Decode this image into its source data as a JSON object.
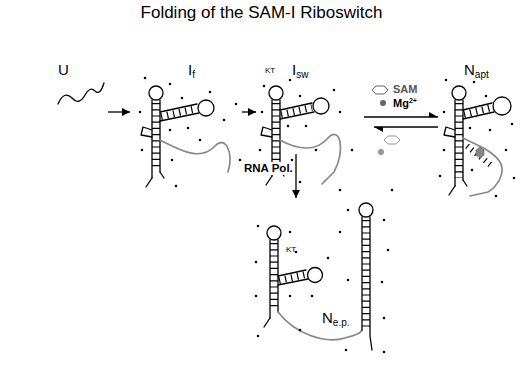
{
  "diagram": {
    "title": "Folding of the SAM-I Riboswitch",
    "nodes": [
      {
        "text": [
          "U"
        ]
      },
      {
        "text": [
          "If"
        ]
      },
      {
        "text": [
          "Isw"
        ]
      },
      {
        "text": [
          "Napt"
        ]
      },
      {
        "text": [
          "Ne.p."
        ]
      }
    ],
    "edges": [
      {
        "from": 0,
        "to": 1,
        "arrow": "to"
      },
      {
        "from": 1,
        "to": 2,
        "arrow": "to"
      },
      {
        "from": 2,
        "to": 3,
        "arrow": "both"
      },
      {
        "from": 2,
        "to": 4,
        "arrow": "to",
        "label": "RNA Pol."
      }
    ],
    "labels": [
      "KT",
      "SAM",
      "Mg2+",
      "KT"
    ]
  }
}
